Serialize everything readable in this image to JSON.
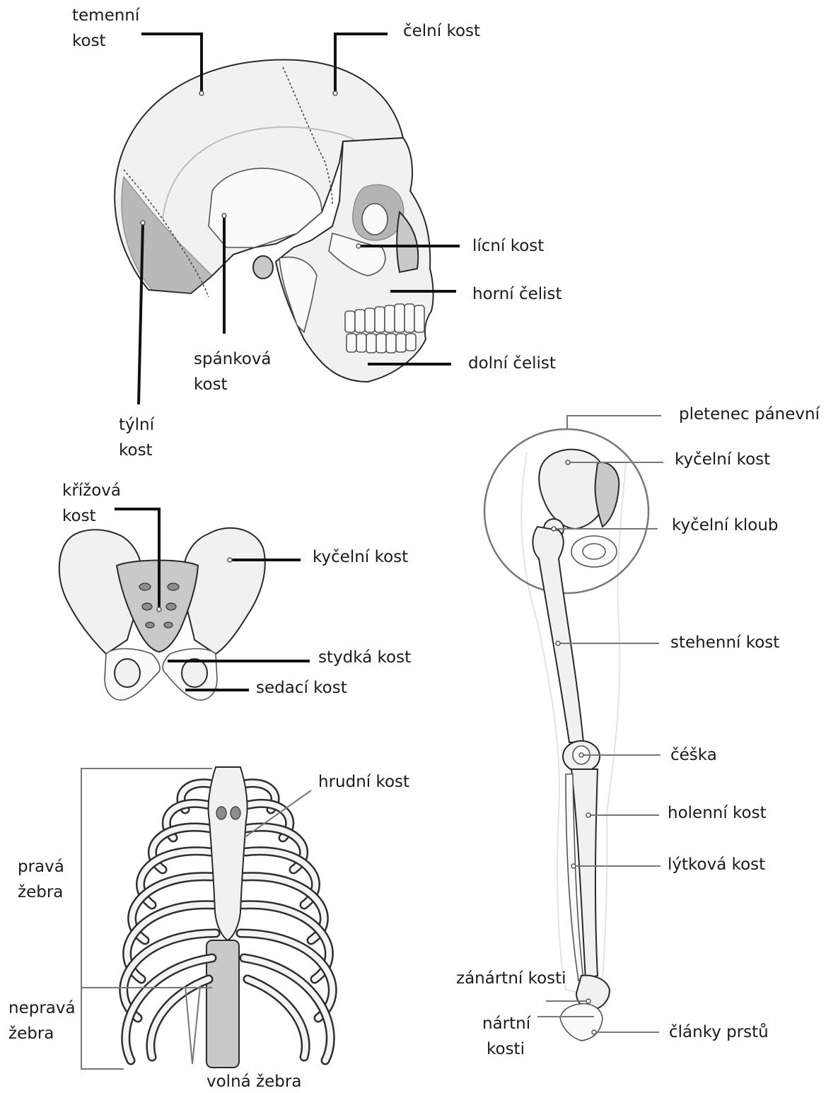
{
  "labels": {
    "temenni_kost": [
      "temenní",
      "kost"
    ],
    "celni_kost": "čelní kost",
    "licni_kost": "lícní kost",
    "horni_celist": "horní čelist",
    "dolni_celist": "dolní čelist",
    "spankova_kost": [
      "spánková",
      "kost"
    ],
    "tylni_kost": [
      "týlní",
      "kost"
    ],
    "krizova_kost": [
      "křížová",
      "kost"
    ],
    "kycelni_kost_panev": "kyčelní kost",
    "stydka_kost": "stydká kost",
    "sedaci_kost": "sedací kost",
    "hrudni_kost": "hrudní kost",
    "prava_zebra": [
      "pravá",
      "žebra"
    ],
    "neprava_zebra": [
      "nepravá",
      "žebra"
    ],
    "volna_zebra": "volná žebra",
    "pletenec_panevni": "pletenec pánevní",
    "kycelni_kost_noha": "kyčelní kost",
    "kycelni_kloub": "kyčelní kloub",
    "stehenni_kost": "stehenní kost",
    "ceska": "čéška",
    "holenni_kost": "holenní kost",
    "lytkova_kost": "lýtková kost",
    "zanartni_kosti": "zánártní kosti",
    "nartni_kosti": [
      "nártní",
      "kosti"
    ],
    "clanky_prstu": "články prstů"
  }
}
